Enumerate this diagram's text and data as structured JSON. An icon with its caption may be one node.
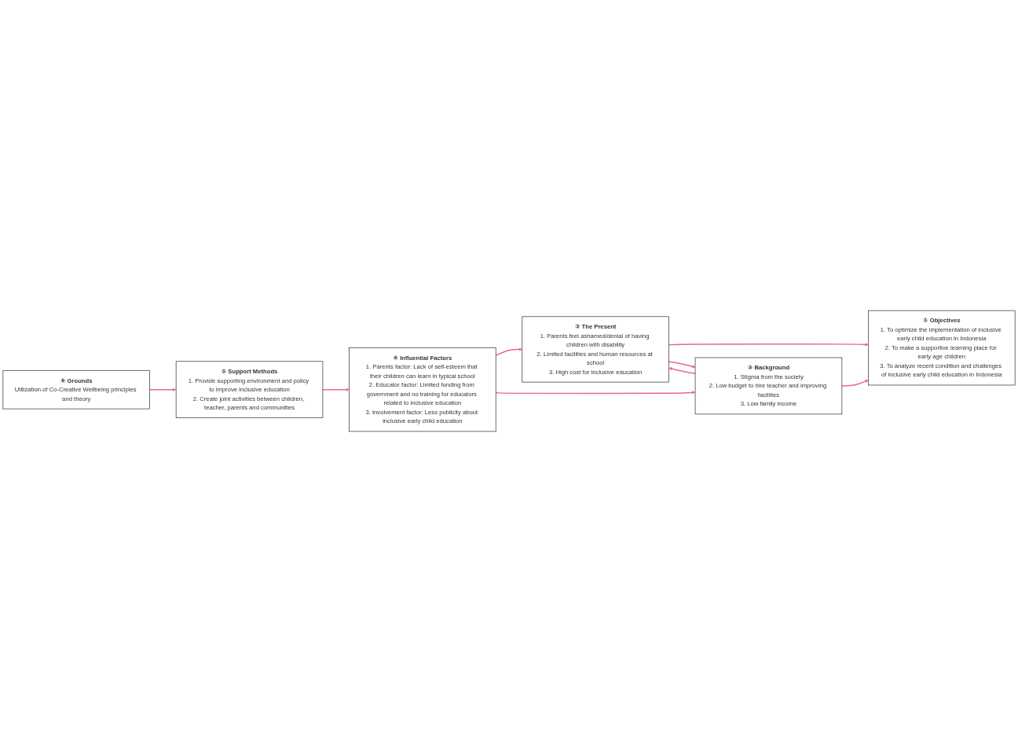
{
  "diagram": {
    "nodes": [
      {
        "text": [
          "④ Influential Factors",
          "1. Parents factor: Lack of self-esteem that their children can learn in typical school",
          "2. Educator factor: Limited funding from government and no training for educators related to inclusive education",
          "3. Involvement factor: Less publicity about inclusive early child education"
        ]
      },
      {
        "text": [
          "② The Present",
          "1. Parents feel ashamed/denial of having children with disability",
          "2. Limited facilities and human resources at school",
          "3. High cost for inclusive education"
        ]
      },
      {
        "text": [
          "① Objectives",
          "1. To optimize the implementation of inclusive early child education in Indonesia",
          "2. To make a supportive learning place for early age children",
          "3. To analyze recent condition and challenges of inclusive early child education in Indonesia"
        ]
      },
      {
        "text": [
          "③ Background",
          "1. Stigma from the society",
          "2. Low budget to hire teacher and improving facilities",
          "3. Low family income"
        ]
      },
      {
        "text": [
          "⑤ Support Methods",
          "1. Provide supporting environment and policy to improve inclusive education",
          "2. Create joint activities between children, teacher, parents and communities"
        ]
      },
      {
        "text": [
          "⑥ Grounds",
          "Utilization of Co-Creative Wellbeing principles and theory"
        ]
      }
    ],
    "edges": [
      {
        "from": 0,
        "to": 1,
        "arrow": "to"
      },
      {
        "from": 1,
        "to": 2,
        "arrow": "to"
      },
      {
        "from": 1,
        "to": 3,
        "arrow": "to"
      },
      {
        "from": 3,
        "to": 1,
        "arrow": "to"
      },
      {
        "from": 0,
        "to": 3,
        "arrow": "to"
      },
      {
        "from": 3,
        "to": 2,
        "arrow": "to"
      },
      {
        "from": 4,
        "to": 0,
        "arrow": "to"
      },
      {
        "from": 5,
        "to": 4,
        "arrow": "to"
      }
    ]
  }
}
